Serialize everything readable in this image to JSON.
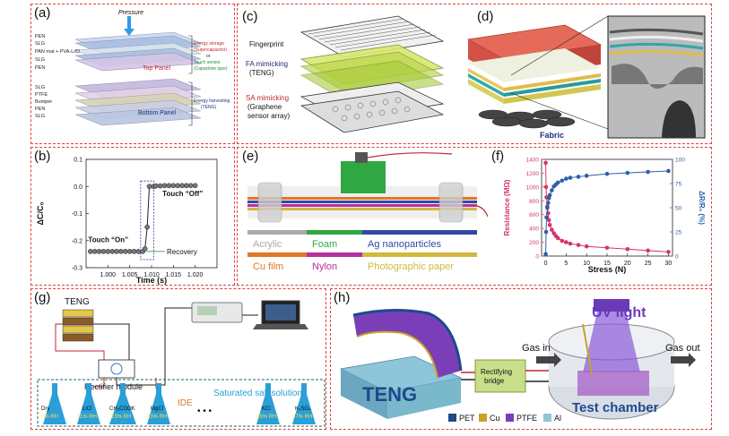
{
  "panels": {
    "a": {
      "label": "(a)",
      "pressure": "Pressure",
      "top_layers": [
        "PEN",
        "SLG",
        "PAN mat + PVA-LiCl",
        "SLG",
        "PEN"
      ],
      "bottom_layers": [
        "SLG",
        "PTFE",
        "Bumper",
        "PEN",
        "SLG"
      ],
      "top_panel": "Top Panel",
      "bottom_panel": "Bottom Panel",
      "energy_storage": "Energy storage",
      "supercapacitor": "(Supercapacitor)",
      "or": "or",
      "touch_sensor": "Touch sensor",
      "capacitive": "(Capacitive type)",
      "energy_harvesting": "Energy harvesting",
      "teng": "(TENG)",
      "colors": {
        "red": "#c0272d",
        "green": "#1e8a3a",
        "navy": "#1f2f7a"
      }
    },
    "b": {
      "label": "(b)",
      "ylabel": "ΔC/C₀",
      "xlabel": "Time (s)",
      "touch_off": "Touch “Off”",
      "touch_on": "Touch “On”",
      "recovery": "Recovery"
    },
    "c": {
      "label": "(c)",
      "fingerprint": "Fingerprint",
      "fa_mimicking": "FA mimicking",
      "fa_sub": "(TENG)",
      "sa_mimicking": "SA mimicking",
      "sa_sub1": "(Graphene",
      "sa_sub2": "sensor array)"
    },
    "d": {
      "label": "(d)",
      "fabric": "Fabric"
    },
    "e": {
      "label": "(e)",
      "legend": [
        {
          "name": "Acrylic",
          "color": "#aaaaaa"
        },
        {
          "name": "Foam",
          "color": "#2fa844"
        },
        {
          "name": "Ag nanoparticles",
          "color": "#3347a8"
        },
        {
          "name": "Cu film",
          "color": "#e07828"
        },
        {
          "name": "Nylon",
          "color": "#b6309e"
        },
        {
          "name": "Photographic paper",
          "color": "#d2b83e"
        }
      ]
    },
    "f": {
      "label": "(f)",
      "ylabel_left": "Resistance (MΩ)",
      "ylabel_right": "ΔR/R₀ (%)",
      "xlabel": "Stress (N)"
    },
    "g": {
      "label": "(g)",
      "teng": "TENG",
      "rectifier": "Rectifier module",
      "salt": "Saturated salt solution",
      "ide": "IDE",
      "dots": "• • •",
      "flasks": [
        {
          "salt": "Dry",
          "rh": "0% RH"
        },
        {
          "salt": "LiCl",
          "rh": "11% RH"
        },
        {
          "salt": "CH₃COOK",
          "rh": "23% RH"
        },
        {
          "salt": "MgCl",
          "rh": "33% RH"
        },
        {
          "salt": "KCl",
          "rh": "85% RH"
        },
        {
          "salt": "K₂SO₄",
          "rh": "97% RH"
        }
      ]
    },
    "h": {
      "label": "(h)",
      "teng": "TENG",
      "rect1": "Rectifying",
      "rect2": "bridge",
      "uv": "UV light",
      "gas_in": "Gas in",
      "gas_out": "Gas out",
      "chamber": "Test chamber",
      "legend": [
        {
          "name": "PET",
          "color": "#1c4a8a"
        },
        {
          "name": "Cu",
          "color": "#c9a227"
        },
        {
          "name": "PTFE",
          "color": "#7a3fb8"
        },
        {
          "name": "Al",
          "color": "#8fc5d8"
        }
      ]
    }
  },
  "chart_data": [
    {
      "type": "scatter",
      "panel": "b",
      "xlabel": "Time (s)",
      "ylabel": "ΔC/C₀",
      "xlim": [
        0.995,
        1.025
      ],
      "ylim": [
        -0.3,
        0.1
      ],
      "xticks": [
        "1.000",
        "1.005",
        "1.010",
        "1.015",
        "1.020"
      ],
      "yticks": [
        "0.1",
        "0.0",
        "-0.1",
        "-0.2",
        "-0.3"
      ],
      "x": [
        0.996,
        0.997,
        0.998,
        0.999,
        1.0,
        1.001,
        1.002,
        1.003,
        1.004,
        1.005,
        1.006,
        1.007,
        1.008,
        1.0085,
        1.009,
        1.0095,
        1.0105,
        1.011,
        1.012,
        1.013,
        1.014,
        1.015,
        1.016,
        1.017,
        1.018,
        1.019,
        1.02
      ],
      "y": [
        -0.24,
        -0.24,
        -0.24,
        -0.24,
        -0.24,
        -0.24,
        -0.24,
        -0.24,
        -0.24,
        -0.24,
        -0.24,
        -0.24,
        -0.24,
        -0.23,
        -0.15,
        0.0,
        0.0,
        0.002,
        0.002,
        0.003,
        0.003,
        0.003,
        0.003,
        0.003,
        0.003,
        0.003,
        0.003
      ]
    },
    {
      "type": "line",
      "panel": "f",
      "xlabel": "Stress (N)",
      "ylabel": "Resistance (MΩ)",
      "ylabel_right": "ΔR/R₀ (%)",
      "xlim": [
        -1,
        31
      ],
      "ylim": [
        0,
        1400
      ],
      "ylim_right": [
        0,
        100
      ],
      "xticks": [
        "0",
        "5",
        "10",
        "15",
        "20",
        "25",
        "30"
      ],
      "yticks": [
        "0",
        "200",
        "400",
        "600",
        "800",
        "1000",
        "1200",
        "1400"
      ],
      "yticks_right": [
        "0",
        "25",
        "50",
        "75",
        "100"
      ],
      "series": [
        {
          "axis": "left",
          "color": "#d6336c",
          "x": [
            0,
            0.1,
            0.2,
            0.4,
            0.6,
            0.8,
            1.0,
            1.5,
            2,
            2.5,
            3,
            4,
            5,
            6,
            8,
            10,
            15,
            20,
            25,
            30
          ],
          "y": [
            1350,
            1000,
            850,
            720,
            620,
            520,
            450,
            380,
            330,
            290,
            260,
            220,
            200,
            180,
            160,
            140,
            120,
            100,
            80,
            60
          ]
        },
        {
          "axis": "right",
          "color": "#2d5fa8",
          "x": [
            0,
            0.1,
            0.2,
            0.4,
            0.6,
            0.8,
            1.0,
            1.5,
            2,
            2.5,
            3,
            4,
            5,
            6,
            8,
            10,
            15,
            20,
            25,
            30
          ],
          "y": [
            2,
            25,
            40,
            50,
            55,
            60,
            63,
            68,
            72,
            74,
            76,
            78,
            80,
            81,
            82,
            83,
            85,
            86,
            87,
            88
          ]
        }
      ]
    }
  ]
}
